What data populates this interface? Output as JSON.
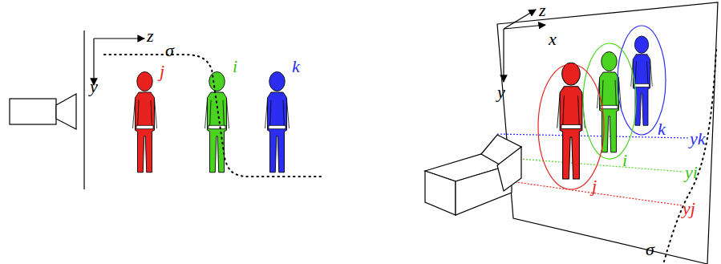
{
  "diagram": {
    "labels": [
      "z",
      "y",
      "σ",
      "j",
      "i",
      "k",
      "z",
      "x",
      "y",
      "k",
      "yk",
      "i",
      "yi",
      "j",
      "yj",
      "σ"
    ]
  }
}
